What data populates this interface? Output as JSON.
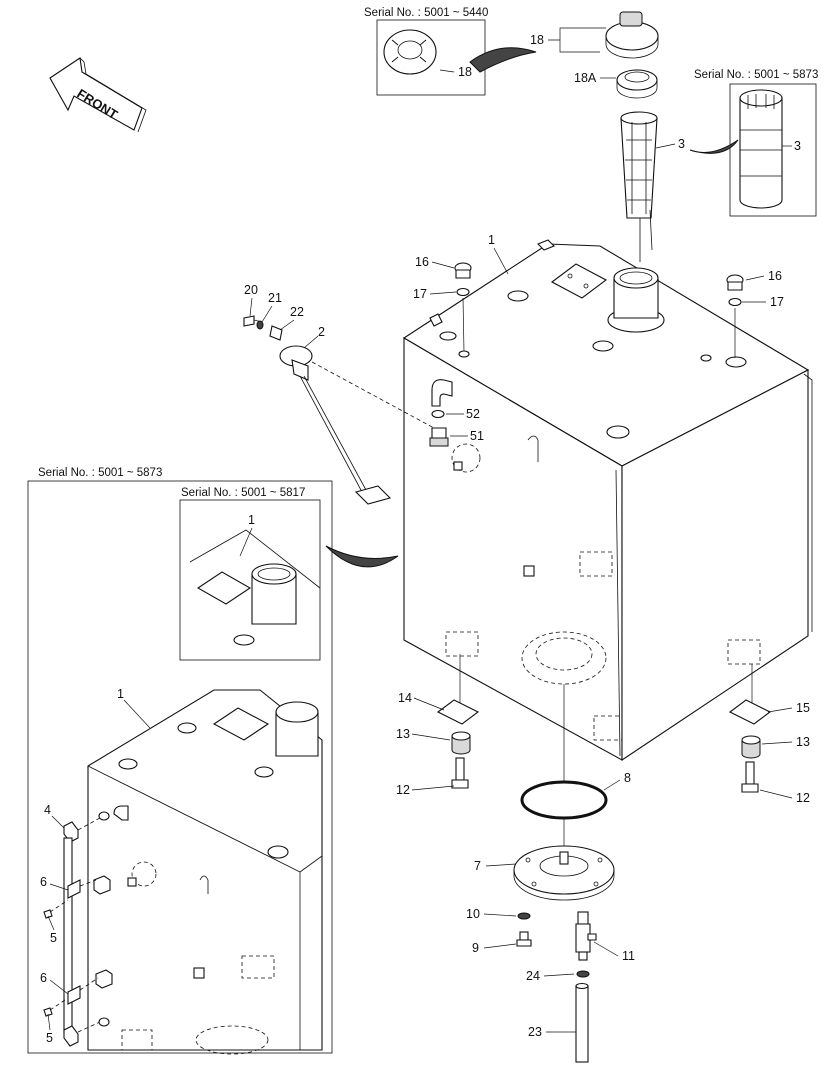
{
  "serial_labels": {
    "cap_inset": "Serial No. : 5001 ~ 5440",
    "strainer_inset": "Serial No. : 5001 ~ 5873",
    "left_inset": "Serial No. : 5001 ~ 5873",
    "sub_inset": "Serial No. : 5001 ~ 5817"
  },
  "front_label": "FRONT",
  "callouts": {
    "c18_inset": "18",
    "c18": "18",
    "c18a": "18A",
    "c3": "3",
    "c3_inset": "3",
    "c1": "1",
    "c16_left": "16",
    "c17_left": "17",
    "c16_right": "16",
    "c17_right": "17",
    "c20": "20",
    "c21": "21",
    "c22": "22",
    "c2": "2",
    "c52": "52",
    "c51": "51",
    "c1_sub": "1",
    "c1_left": "1",
    "c14": "14",
    "c13_left": "13",
    "c12_left": "12",
    "c15": "15",
    "c13_right": "13",
    "c12_right": "12",
    "c8": "8",
    "c7": "7",
    "c10": "10",
    "c9": "9",
    "c11": "11",
    "c24": "24",
    "c23": "23",
    "c4": "4",
    "c6_upper": "6",
    "c5_upper": "5",
    "c6_lower": "6",
    "c5_lower": "5"
  }
}
